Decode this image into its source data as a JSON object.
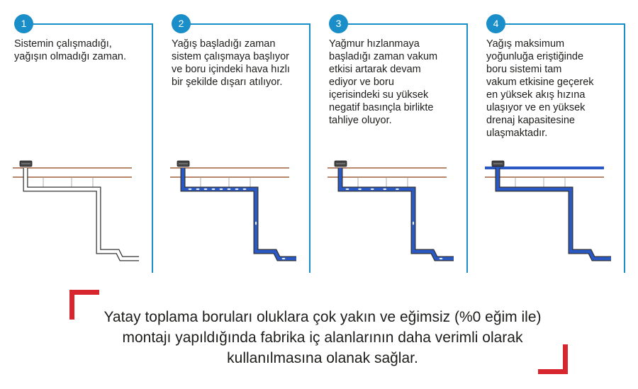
{
  "steps": [
    {
      "number": "1",
      "text": "Sistemin çalışmadığı,\nyağışın olmadığı zaman.",
      "state": "empty",
      "water_color": "#ffffff",
      "fill_level": 0
    },
    {
      "number": "2",
      "text": "Yağış başladığı zaman\nsistem çalışmaya başlıyor\nve boru içindeki hava hızlı\nbir şekilde dışarı atılıyor.",
      "state": "starting",
      "water_color": "#2b59c3",
      "fill_level": 0.4
    },
    {
      "number": "3",
      "text": "Yağmur hızlanmaya\nbaşladığı zaman vakum\netkisi artarak devam\nediyor ve boru\niçerisindeki su yüksek\nnegatif basınçla birlikte\ntahliye oluyor.",
      "state": "vacuum",
      "water_color": "#2b59c3",
      "fill_level": 0.8
    },
    {
      "number": "4",
      "text": "Yağış maksimum\nyoğunluğa eriştiğinde\nboru sistemi tam\nvakum  etkisine geçerek\nen yüksek akış hızına\nulaşıyor ve en yüksek\ndrenaj kapasitesine\nulaşmaktadır.",
      "state": "full",
      "water_color": "#2b59c3",
      "fill_level": 1
    }
  ],
  "caption": "Yatay toplama boruları oluklara çok yakın ve eğimsiz (%0 eğim ile)\nmontajı yapıldığında fabrika iç alanlarının daha verimli olarak\nkullanılmasına olanak sağlar.",
  "colors": {
    "accent_blue": "#1a8ec8",
    "accent_red": "#d8262e",
    "roof_brown": "#a0603c",
    "pipe_gray": "#555555"
  }
}
